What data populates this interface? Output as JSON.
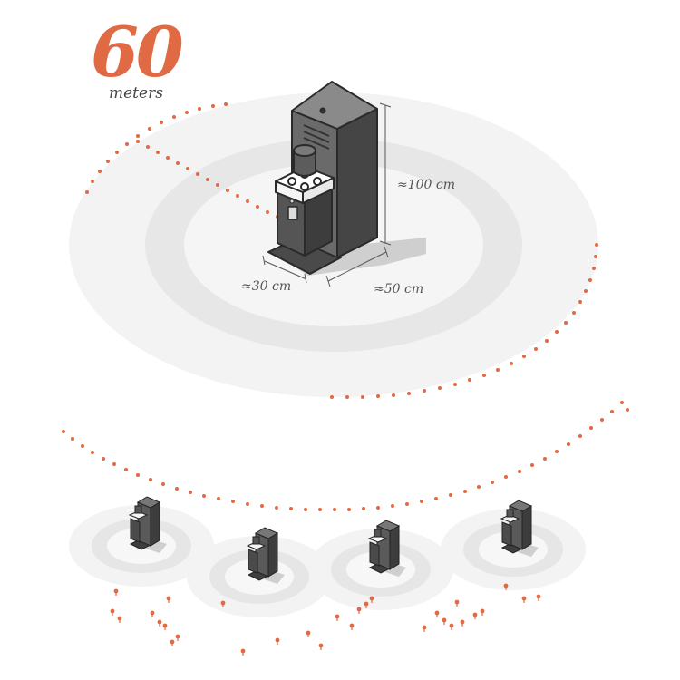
{
  "range_label": {
    "value": "60",
    "unit": "meters"
  },
  "dimensions": {
    "height": "≈100 cm",
    "width": "≈30 cm",
    "depth": "≈50 cm"
  },
  "colors": {
    "accent": "#e06a43",
    "ring_light": "#f2f2f2",
    "ring_mid": "#e7e7e7",
    "device_dark": "#4b4b4b",
    "device_mid": "#6b6b6b",
    "device_light": "#8a8a8a",
    "outline": "#2a2a2a"
  },
  "icons": {
    "main": "charging-station-device-icon",
    "small": "charging-station-device-icon",
    "pin": "location-pin-icon"
  }
}
